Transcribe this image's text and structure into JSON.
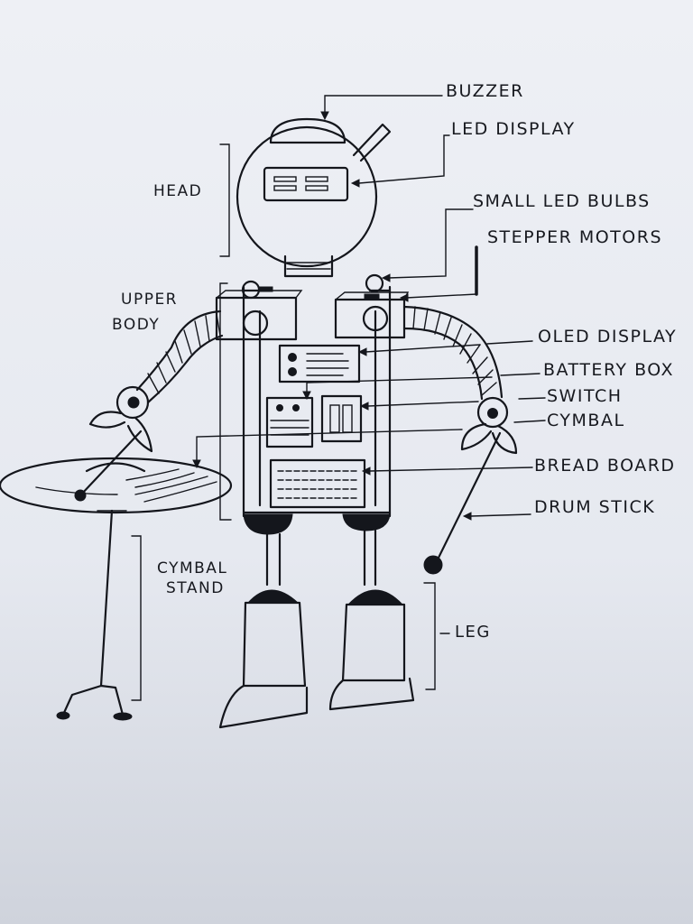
{
  "labels": {
    "buzzer": "BUZZER",
    "led_display": "LED DISPLAY",
    "small_led_bulbs": "SMALL LED BULBS",
    "stepper_motors": "STEPPER MOTORS",
    "oled_display": "OLED DISPLAY",
    "battery_box": "BATTERY BOX",
    "switch": "SWITCH",
    "cymbal": "CYMBAL",
    "bread_board": "BREAD BOARD",
    "drum_stick": "DRUM STICK",
    "head": "HEAD",
    "upper_body_1": "UPPER",
    "upper_body_2": "BODY",
    "cymbal_stand_1": "CYMBAL",
    "cymbal_stand_2": "STAND",
    "leg": "LEG"
  },
  "colors": {
    "ink": "#14161c",
    "paper": "#eef0f5"
  }
}
